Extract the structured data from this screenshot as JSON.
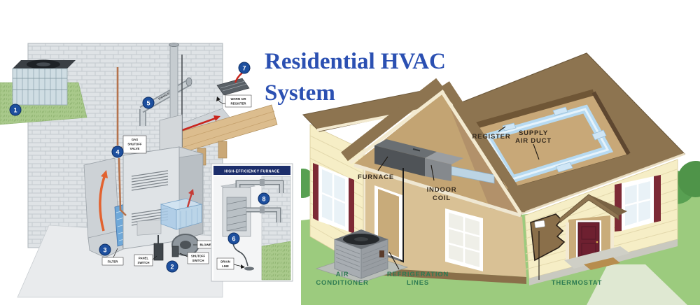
{
  "title": {
    "line1": "Residential HVAC",
    "line2": "System"
  },
  "colors": {
    "title_blue": "#2b50b2",
    "label_green": "#2e7b52",
    "label_dark": "#362b1e",
    "callout_blue": "#1d4f9e",
    "duct_blue": "#b7daf1",
    "roof_brown": "#8d7450",
    "siding_cream": "#f6eec6",
    "grass_green": "#9ccb7e",
    "inset_header_navy": "#1c2e6b",
    "door_maroon": "#6e2030"
  },
  "left_diagram": {
    "inset_header": "HIGH-EFFICIENCY FURNACE",
    "pipe_label": "EXHAUST",
    "callouts": {
      "c1": "1",
      "c2": "2",
      "c3": "3",
      "c4": "4",
      "c5": "5",
      "c6": "6",
      "c7": "7",
      "c8": "8"
    },
    "labels": {
      "warm_air_1": "WARM AIR",
      "warm_air_2": "REGISTER",
      "gas_1": "GAS",
      "gas_2": "SHUTOFF",
      "gas_3": "VALVE",
      "filter": "FILTER",
      "panel_1": "PANEL",
      "panel_2": "SWITCH",
      "shutoff_1": "SHUTOFF",
      "shutoff_2": "SWITCH",
      "blower": "BLOWER",
      "drain_1": "DRAIN",
      "drain_2": "LINE"
    }
  },
  "right_diagram": {
    "labels": {
      "furnace": "FURNACE",
      "indoor_1": "INDOOR",
      "indoor_2": "COIL",
      "register": "REGISTER",
      "supply_1": "SUPPLY",
      "supply_2": "AIR DUCT",
      "air_1": "AIR",
      "air_2": "CONDITIONER",
      "refrig_1": "REFRIGERATION",
      "refrig_2": "LINES",
      "thermostat": "THERMOSTAT"
    }
  }
}
